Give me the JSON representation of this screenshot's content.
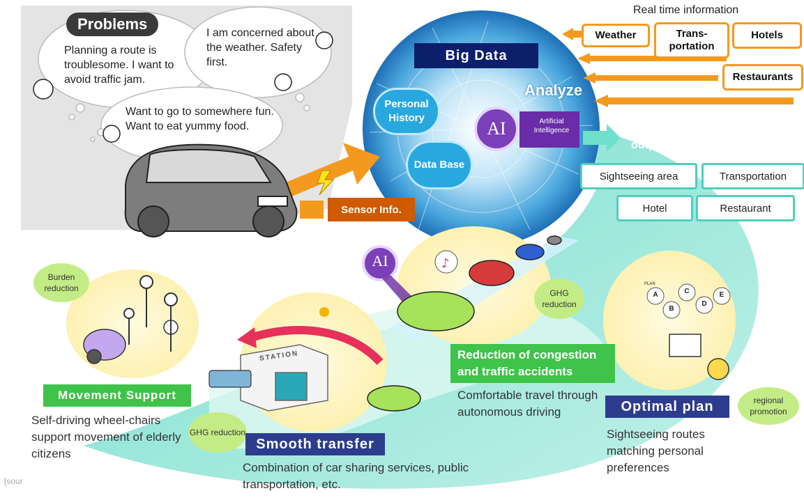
{
  "problems": {
    "title": "Problems",
    "bubble1": "Planning a route is troublesome. I want to avoid traffic jam.",
    "bubble2": "I am concerned about the weather. Safety first.",
    "bubble3": "Want to go to somewhere fun. Want to eat yummy food."
  },
  "sensor_label": "Sensor Info.",
  "big_data": {
    "title": "Big Data",
    "personal_history": "Personal History",
    "database": "Data Base",
    "analyze": "Analyze",
    "ai": "AI",
    "ai_caption": "Artificial Intelligence"
  },
  "realtime": {
    "header": "Real time information",
    "items": [
      "Weather",
      "Trans-portation",
      "Hotels",
      "Restaurants"
    ]
  },
  "output": {
    "label": "output",
    "items": [
      "Sightseeing area",
      "Transportation",
      "Hotel",
      "Restaurant"
    ]
  },
  "sections": {
    "congestion": {
      "ai": "AI",
      "badge": "GHG reduction",
      "title": "Reduction of congestion and traffic accidents",
      "desc": "Comfortable travel through autonomous driving"
    },
    "optimal": {
      "title": "Optimal plan",
      "badge": "regional promotion",
      "desc": "Sightseeing routes matching personal preferences",
      "plan_labels": [
        "A",
        "B",
        "C",
        "D",
        "E"
      ],
      "plan_word": "PLAN"
    },
    "movement": {
      "badge": "Burden reduction",
      "title": "Movement Support",
      "desc": "Self-driving wheel-chairs support movement of elderly citizens"
    },
    "transfer": {
      "badge": "GHG reduction",
      "title": "Smooth transfer",
      "desc": "Combination of car sharing services, public transportation, etc.",
      "station": "STATION"
    }
  },
  "source_note": "[sour",
  "colors": {
    "orange": "#f39a1e",
    "teal": "#4ecfbe",
    "green": "#3fc34a",
    "navy": "#2d3c8c",
    "ai_purple": "#6a2ca8",
    "sky": "#29a8e0"
  },
  "icons": [
    "car-icon",
    "person-icon",
    "lightning-icon",
    "music-note-icon",
    "sun-icon",
    "train-icon",
    "wheelchair-icon",
    "tablet-icon"
  ]
}
